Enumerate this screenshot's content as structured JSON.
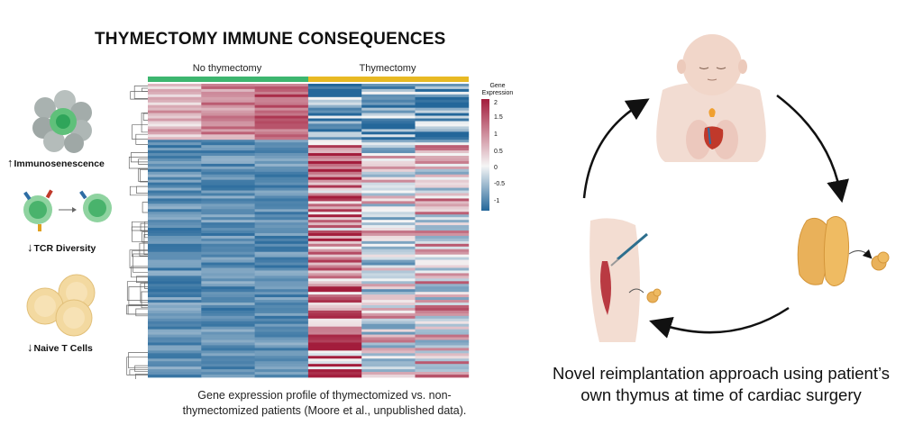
{
  "title": "THYMECTOMY IMMUNE CONSEQUENCES",
  "side_effects": [
    {
      "arrow": "↑",
      "label": "Immunosenescence"
    },
    {
      "arrow": "↓",
      "label": "TCR Diversity"
    },
    {
      "arrow": "↓",
      "label": "Naive T Cells"
    }
  ],
  "heatmap": {
    "groups": [
      {
        "label": "No thymectomy",
        "color": "#3db66f"
      },
      {
        "label": "Thymectomy",
        "color": "#e8b923"
      }
    ],
    "legend_title_line1": "Gene",
    "legend_title_line2": "Expression",
    "legend_ticks": [
      "2",
      "1.5",
      "1",
      "0.5",
      "0",
      "-0.5",
      "-1"
    ],
    "scale_colors": {
      "high": "#a31d3c",
      "mid": "#f5f5f5",
      "low": "#24679a"
    }
  },
  "caption_left_line1": "Gene expression profile of thymectomized vs. non-",
  "caption_left_line2": "thymectomized patients (Moore et al., unpublished data).",
  "caption_right_line1": "Novel reimplantation approach using patient’s",
  "caption_right_line2": "own thymus at time of cardiac surgery"
}
